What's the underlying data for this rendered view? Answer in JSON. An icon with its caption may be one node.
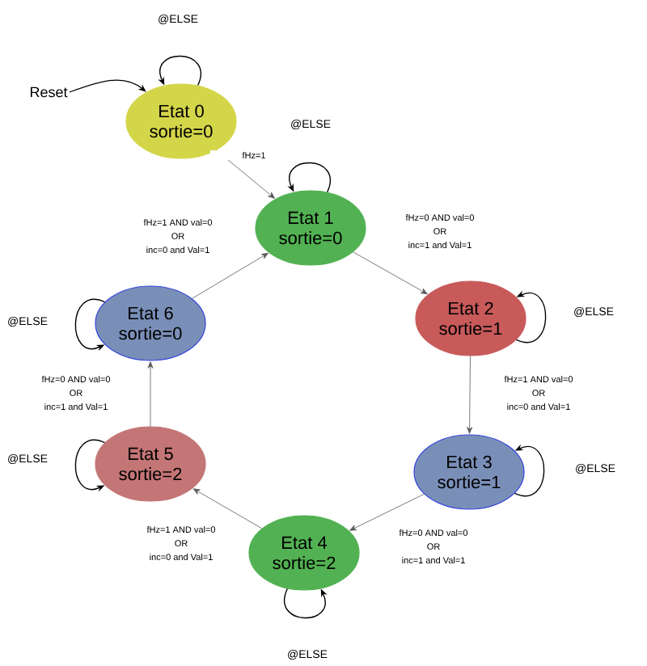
{
  "diagram": {
    "nodes": [
      {
        "text": [
          "Etat 0",
          "sortie=0"
        ]
      },
      {
        "text": [
          "Etat 1",
          "sortie=0"
        ]
      },
      {
        "text": [
          "Etat 2",
          "sortie=1"
        ]
      },
      {
        "text": [
          "Etat 3",
          "sortie=1"
        ]
      },
      {
        "text": [
          "Etat 4",
          "sortie=2"
        ]
      },
      {
        "text": [
          "Etat 5",
          "sortie=2"
        ]
      },
      {
        "text": [
          "Etat 6",
          "sortie=0"
        ]
      },
      {
        "text": [
          "Reset"
        ]
      }
    ],
    "edges": [
      {
        "from": 7,
        "to": 0,
        "arrow": "to"
      },
      {
        "from": 0,
        "to": 0,
        "arrow": "to",
        "label": "@ELSE"
      },
      {
        "from": 0,
        "to": 1,
        "arrow": "to",
        "label": "fHz=1"
      },
      {
        "from": 1,
        "to": 1,
        "arrow": "to",
        "label": "@ELSE"
      },
      {
        "from": 1,
        "to": 2,
        "arrow": "to",
        "label": "fHz=0 AND val=0 OR inc=1 and Val=1"
      },
      {
        "from": 2,
        "to": 2,
        "arrow": "to",
        "label": "@ELSE"
      },
      {
        "from": 2,
        "to": 3,
        "arrow": "to",
        "label": "fHz=1 AND val=0 OR inc=0 and Val=1"
      },
      {
        "from": 3,
        "to": 3,
        "arrow": "to",
        "label": "@ELSE"
      },
      {
        "from": 3,
        "to": 4,
        "arrow": "to",
        "label": "fHz=0 AND val=0 OR inc=1 and Val=1"
      },
      {
        "from": 4,
        "to": 4,
        "arrow": "to",
        "label": "@ELSE"
      },
      {
        "from": 4,
        "to": 5,
        "arrow": "to",
        "label": "fHz=1 AND val=0 OR inc=0 and Val=1"
      },
      {
        "from": 5,
        "to": 5,
        "arrow": "to",
        "label": "@ELSE"
      },
      {
        "from": 5,
        "to": 6,
        "arrow": "to",
        "label": "fHz=0 AND val=0 OR inc=1 and Val=1"
      },
      {
        "from": 6,
        "to": 6,
        "arrow": "to",
        "label": "@ELSE"
      },
      {
        "from": 6,
        "to": 1,
        "arrow": "to",
        "label": "fHz=1 AND val=0 OR inc=0 and Val=1"
      }
    ]
  }
}
